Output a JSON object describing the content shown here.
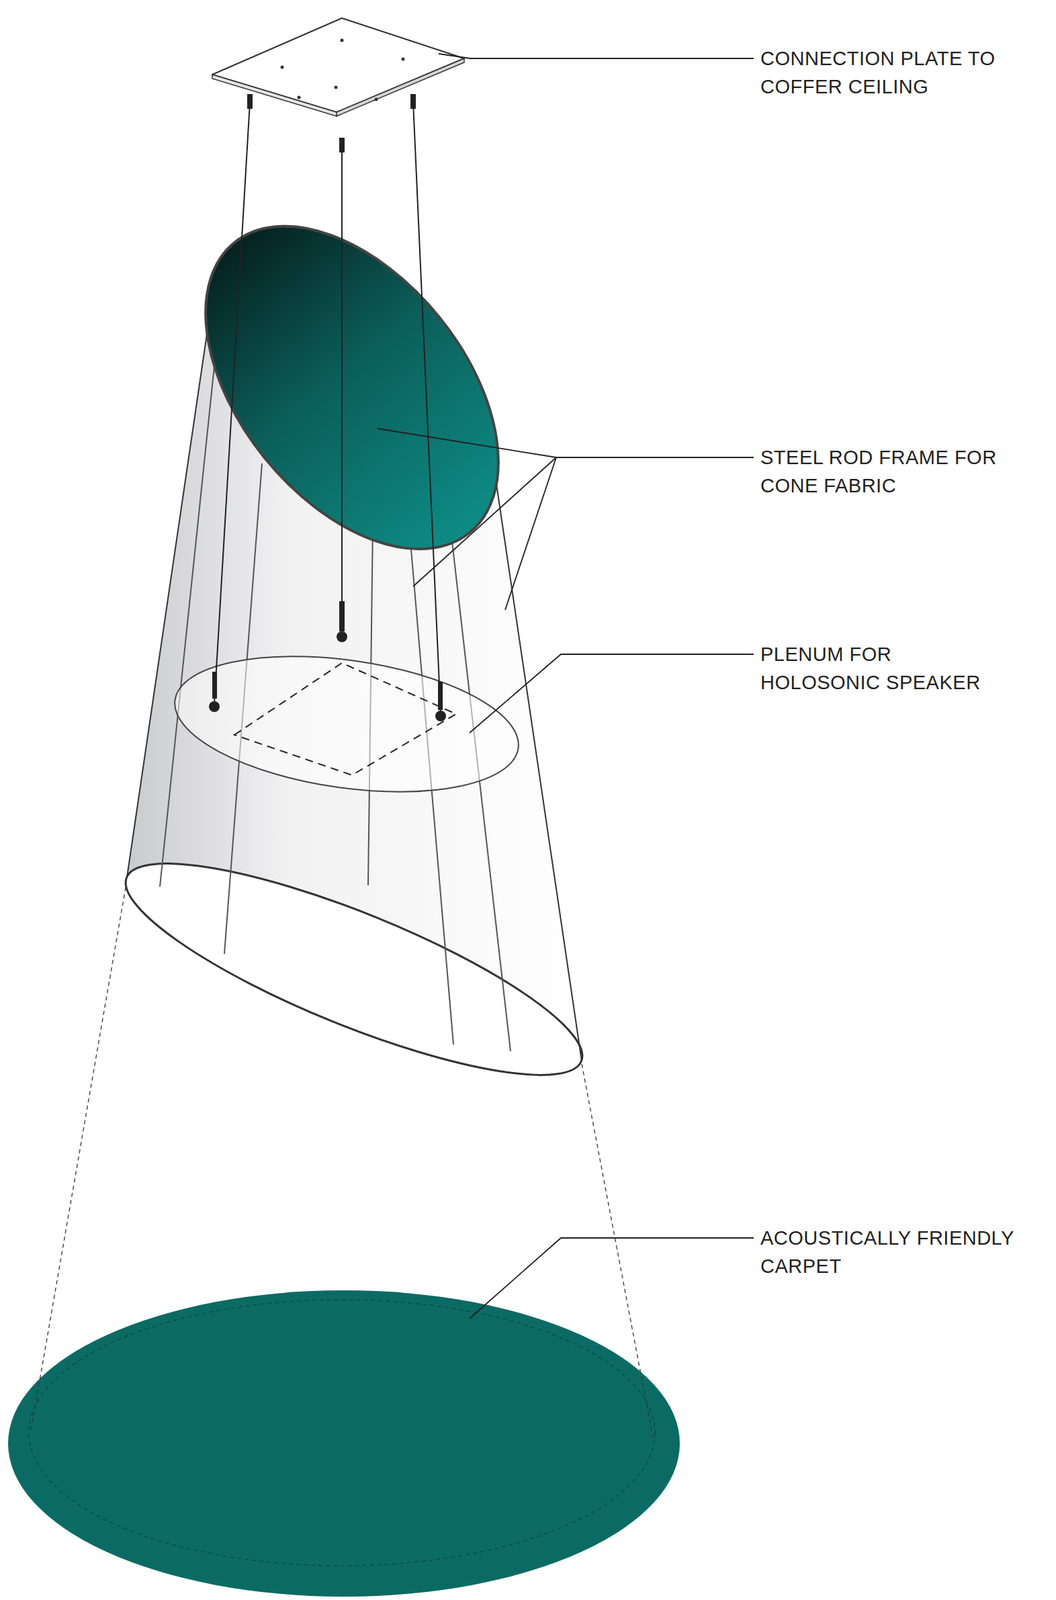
{
  "diagram": {
    "labels": [
      "CONNECTION PLATE TO COFFER CEILING",
      "STEEL ROD FRAME FOR CONE FABRIC",
      "PLENUM FOR HOLOSONIC SPEAKER",
      "ACOUSTICALLY FRIENDLY CARPET"
    ]
  }
}
